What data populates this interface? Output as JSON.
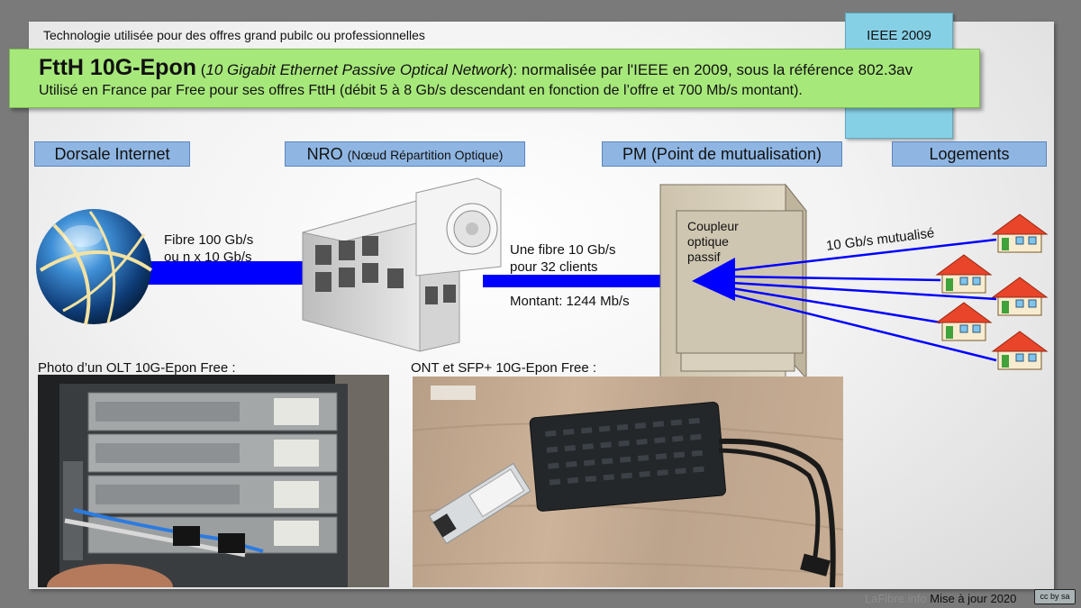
{
  "top_note": "Technologie utilisée pour des offres grand pubilc ou professionnelles",
  "ieee_tab": "IEEE 2009",
  "banner": {
    "title": "FttH 10G-Epon",
    "paren_open": " (",
    "title_expansion": "10 Gigabit Ethernet Passive Optical Network",
    "title_rest": "): normalisée par l'IEEE en 2009, sous la référence 802.3av",
    "line2": "Utilisé en France par Free pour ses offres FttH (débit 5 à 8 Gb/s descendant en fonction de l’offre et 700 Mb/s montant)."
  },
  "headers": {
    "backbone": "Dorsale Internet",
    "nro": "NRO",
    "nro_detail": "(Nœud Répartition Optique)",
    "pm": "PM (Point de mutualisation)",
    "homes": "Logements"
  },
  "links": {
    "backbone_line1": "Fibre 100 Gb/s",
    "backbone_line2": "ou n x 10 Gb/s",
    "pon_line1": "Une fibre 10 Gb/s",
    "pon_line2": "pour 32 clients",
    "upstream": "Montant: 1244 Mb/s",
    "shared": "10 Gb/s mutualisé"
  },
  "splitter": {
    "line1": "Coupleur",
    "line2": "optique",
    "line3": "passif"
  },
  "photos": {
    "olt_caption": "Photo d’un OLT 10G-Epon Free :",
    "ont_caption": "ONT et SFP+ 10G-Epon Free :"
  },
  "footer": {
    "brand": "LaFibre.info",
    "update": " Mise à jour 2020",
    "license": "cc by sa"
  },
  "colors": {
    "fiber": "#0000ff",
    "banner": "#a7e87b",
    "header_box": "#8fb6e2",
    "ieee_tab": "#86d0e6",
    "house_roof": "#e8452b"
  }
}
